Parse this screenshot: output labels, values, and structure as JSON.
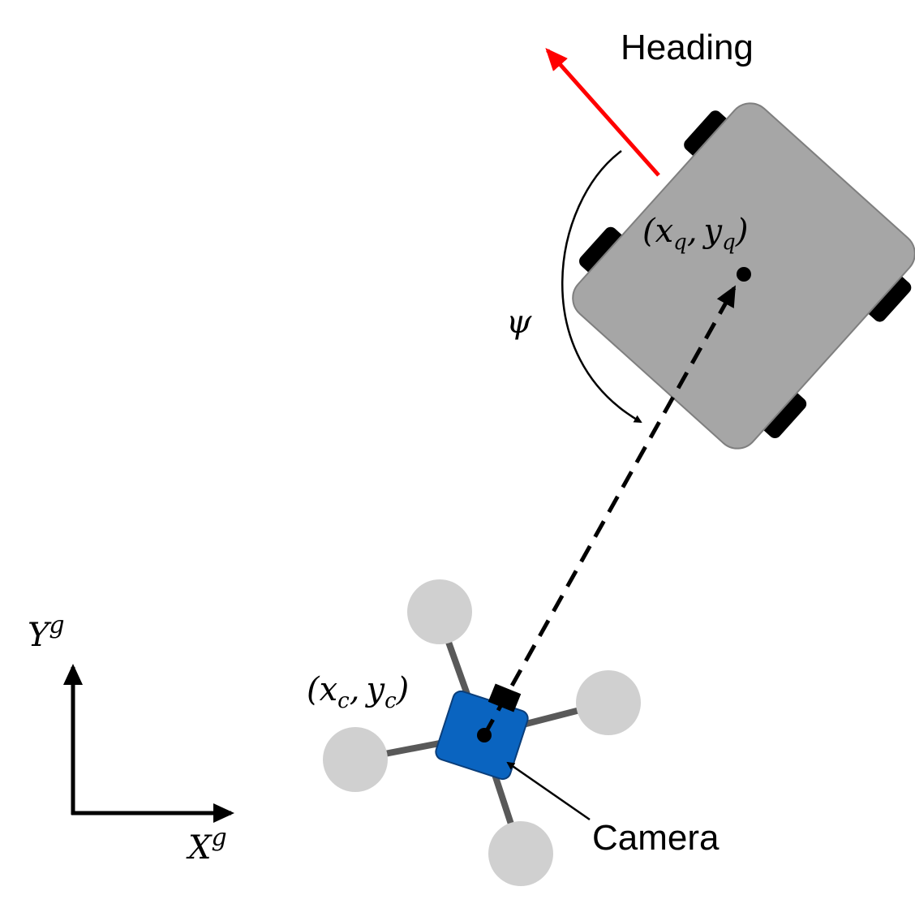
{
  "labels": {
    "heading": "Heading",
    "psi": "ψ",
    "camera": "Camera",
    "target_position": {
      "open": "(",
      "x": "x",
      "x_sub": "q",
      "comma": ",",
      "y": "y",
      "y_sub": "q",
      "close": ")"
    },
    "camera_position": {
      "open": "(",
      "x": "x",
      "x_sub": "c",
      "comma": ",",
      "y": "y",
      "y_sub": "c",
      "close": ")"
    },
    "axis_y": {
      "base": "Y",
      "sup": "g"
    },
    "axis_x": {
      "base": "X",
      "sup": "g"
    }
  },
  "colors": {
    "heading_arrow": "#ff0000",
    "vehicle_body": "#a6a6a6",
    "vehicle_wheels": "#000000",
    "drone_body": "#0a64c0",
    "drone_rotors": "#d0d0d0",
    "drone_arms": "#595959",
    "lines": "#000000"
  },
  "icons": {
    "vehicle": "ground-vehicle-icon",
    "drone": "quadcopter-icon",
    "camera": "camera-icon"
  }
}
